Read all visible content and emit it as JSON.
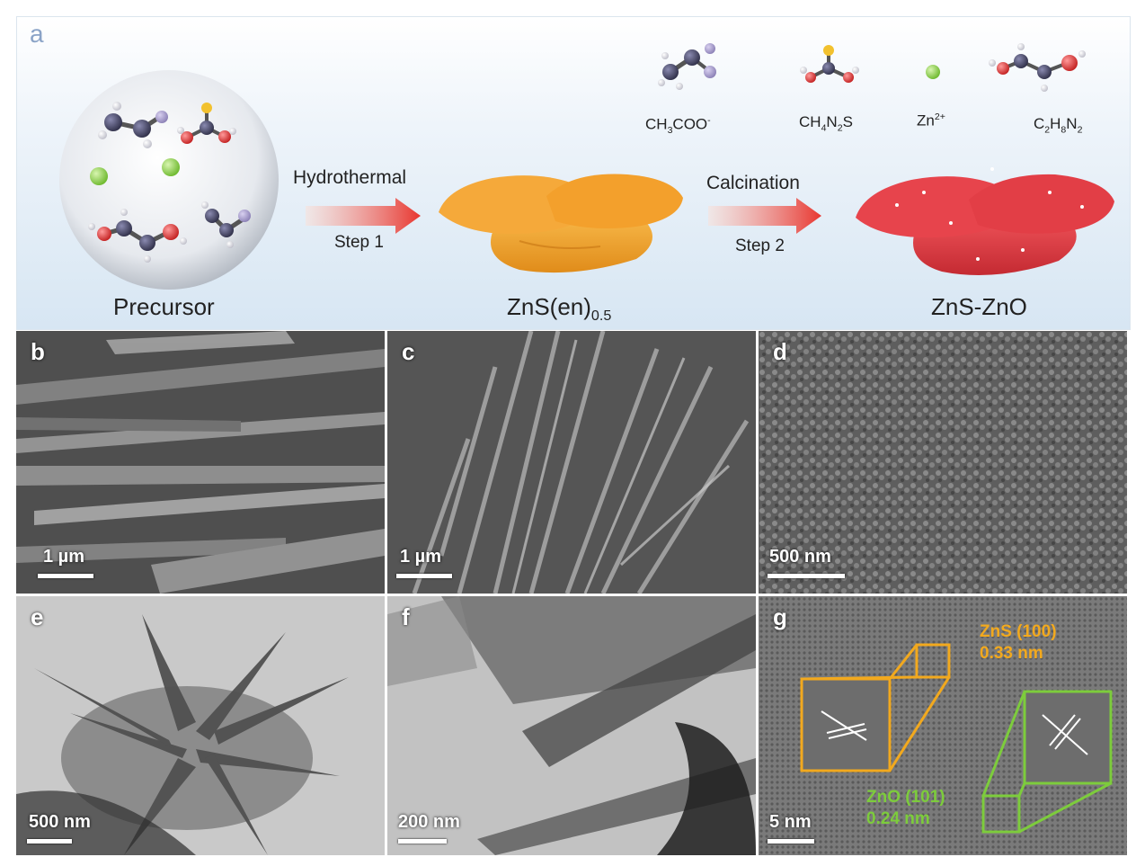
{
  "panel_a": {
    "letter": "a",
    "precursor_label": "Precursor",
    "hydrothermal_label": "Hydrothermal",
    "step1_label": "Step 1",
    "calcination_label": "Calcination",
    "step2_label": "Step 2",
    "intermediate_label": {
      "base": "ZnS(en)",
      "sub": "0.5"
    },
    "product_label": "ZnS-ZnO",
    "legend": {
      "acetate": {
        "base": "CH",
        "s1": "3",
        "mid": "COO",
        "sup": "-"
      },
      "thiourea": {
        "base": "CH",
        "s1": "4",
        "mid": "N",
        "s2": "2",
        "end": "S"
      },
      "zinc": {
        "base": "Zn",
        "sup": "2+"
      },
      "en": {
        "base": "C",
        "s1": "2",
        "mid": "H",
        "s2": "8",
        "mid2": "N",
        "s3": "2"
      }
    },
    "colors": {
      "intermediate_sheet": "#f3a531",
      "product_sheet": "#e2434a",
      "arrow": "#e8362f",
      "zinc_ion": "#8fd14f",
      "carbon_atom": "#4a4a6a",
      "oxygen_atom": "#e04040",
      "sulfur_atom": "#f2c12e"
    }
  },
  "micrographs": [
    {
      "letter": "b",
      "scale": "1 µm"
    },
    {
      "letter": "c",
      "scale": "1 µm"
    },
    {
      "letter": "d",
      "scale": "500 nm"
    },
    {
      "letter": "e",
      "scale": "500 nm"
    },
    {
      "letter": "f",
      "scale": "200 nm"
    },
    {
      "letter": "g",
      "scale": "5 nm"
    }
  ],
  "hrtem": {
    "zns_plane": "ZnS (100)",
    "zns_spacing": "0.33 nm",
    "zno_plane": "ZnO (101)",
    "zno_spacing": "0.24 nm",
    "zns_color": "#f2a91e",
    "zno_color": "#7dcc3c"
  }
}
